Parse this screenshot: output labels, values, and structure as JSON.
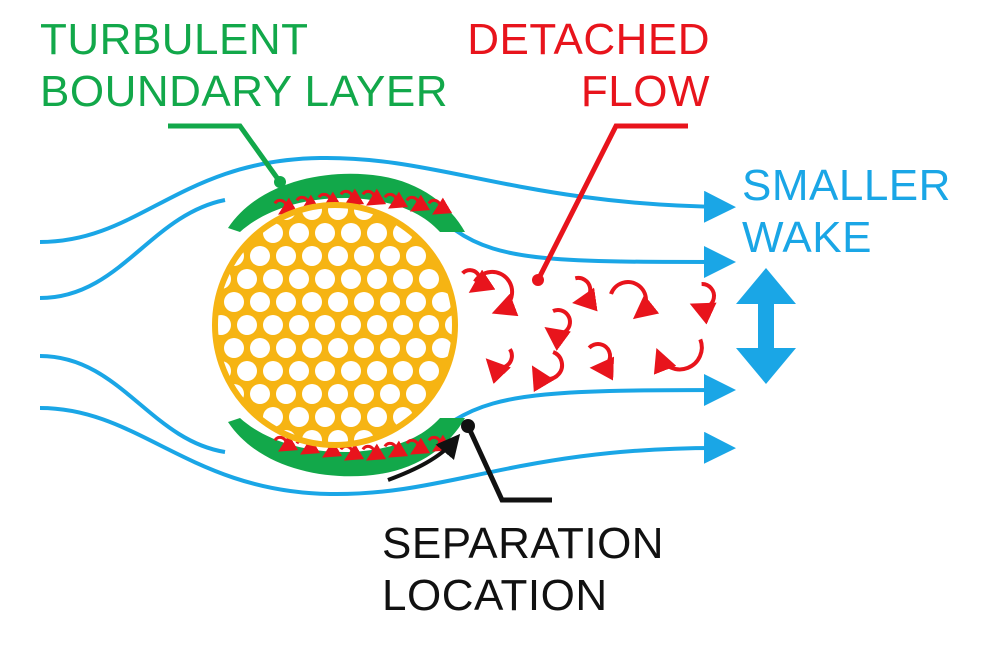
{
  "diagram": {
    "labels": {
      "turbulent_boundary_layer": [
        "TURBULENT",
        "BOUNDARY LAYER"
      ],
      "detached_flow": [
        "DETACHED",
        "FLOW"
      ],
      "smaller_wake": [
        "SMALLER",
        "WAKE"
      ],
      "separation_location": [
        "SEPARATION",
        "LOCATION"
      ]
    },
    "colors": {
      "flow_lines": "#1aa6e6",
      "boundary_layer": "#12a84a",
      "ball_fill": "#f6b413",
      "ball_dimples": "#ffffff",
      "vortices": "#e8141c",
      "separation_leader": "#111111",
      "wake_arrow": "#1aa6e6"
    },
    "icons": {
      "wake_width": "double-headed-vertical-arrow-icon",
      "vortex": "curved-arrow-icon"
    }
  }
}
